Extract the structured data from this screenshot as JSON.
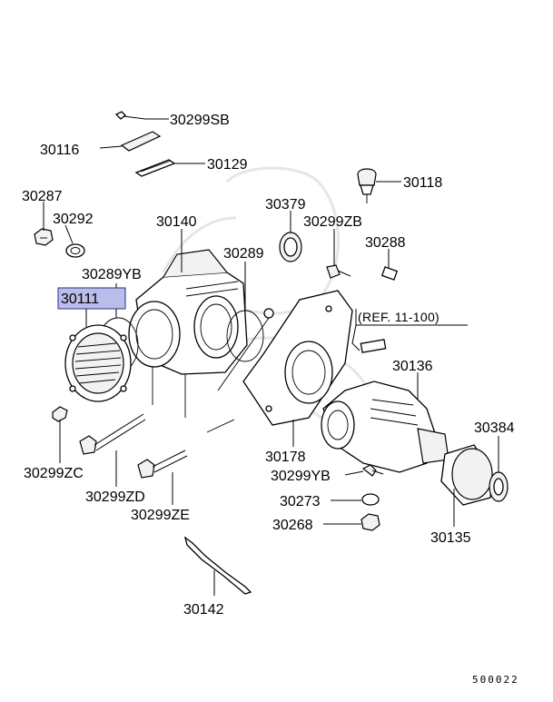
{
  "diagram": {
    "highlight_color": "#b9bde9",
    "labels": {
      "p30299SB": "30299SB",
      "p30116": "30116",
      "p30129": "30129",
      "p30118": "30118",
      "p30287": "30287",
      "p30292": "30292",
      "p30140": "30140",
      "p30379": "30379",
      "p30299ZB": "30299ZB",
      "p30289": "30289",
      "p30288": "30288",
      "p30289YB": "30289YB",
      "p30111": "30111",
      "ref": "(REF. 11-100)",
      "p30136": "30136",
      "p30384": "30384",
      "p30178": "30178",
      "p30299ZC": "30299ZC",
      "p30299YB": "30299YB",
      "p30299ZD": "30299ZD",
      "p30273": "30273",
      "p30299ZE": "30299ZE",
      "p30268": "30268",
      "p30135": "30135",
      "p30142": "30142"
    },
    "drawing_code": "500022"
  }
}
